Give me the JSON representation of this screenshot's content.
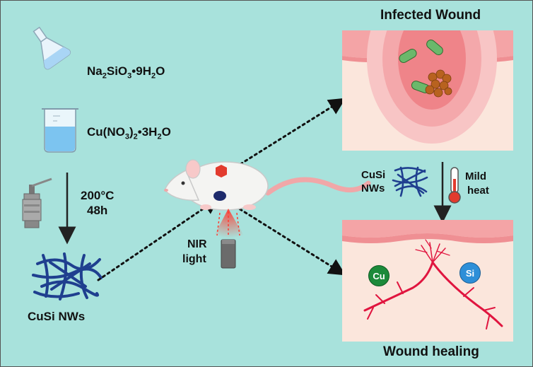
{
  "reagents": {
    "silicate": {
      "prefix": "Na",
      "sub1": "2",
      "mid": "SiO",
      "sub2": "3",
      "suffix": "•9H",
      "sub3": "2",
      "end": "O"
    },
    "copper": {
      "prefix": "Cu(NO",
      "sub1": "3",
      "mid": ")",
      "sub2": "2",
      "suffix": "•3H",
      "sub3": "2",
      "end": "O"
    }
  },
  "conditions": {
    "temperature": "200°C",
    "time": "48h"
  },
  "product_label": "CuSi NWs",
  "nir_label": {
    "line1": "NIR",
    "line2": "light"
  },
  "panels": {
    "top_title": "Infected Wound",
    "bottom_title": "Wound healing"
  },
  "middle": {
    "nw_label": {
      "line1": "CuSi",
      "line2": "NWs"
    },
    "heat_label": {
      "line1": "Mild",
      "line2": "heat"
    }
  },
  "ions": {
    "cu": "Cu",
    "si": "Si"
  },
  "colors": {
    "background": "#a8e2dc",
    "skin_top": "#f5a6a6",
    "skin_tissue": "#fbe2d6",
    "vessel": "#e0153f",
    "nanowire": "#1f3f8f",
    "bacteria": "#6bb86b",
    "cu_ion": "#1c8a3a",
    "si_ion": "#2d8fd8",
    "laser": "#e8332a"
  }
}
